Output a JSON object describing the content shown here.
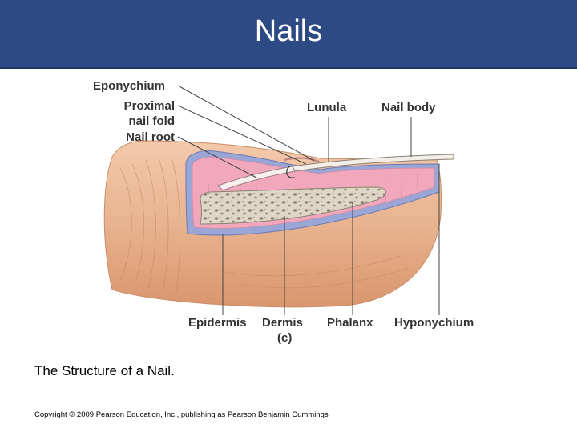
{
  "slide": {
    "title": "Nails",
    "caption": "The Structure of a Nail.",
    "copyright": "Copyright © 2009 Pearson Education, Inc., publishing as Pearson Benjamin Cummings"
  },
  "diagram": {
    "panel_label": "(c)",
    "labels": {
      "eponychium": "Eponychium",
      "proximal_nail_fold_line1": "Proximal",
      "proximal_nail_fold_line2": "nail fold",
      "nail_root": "Nail root",
      "lunula": "Lunula",
      "nail_body": "Nail body",
      "epidermis": "Epidermis",
      "dermis": "Dermis",
      "phalanx": "Phalanx",
      "hyponychium": "Hyponychium"
    }
  },
  "colors": {
    "header": "#2e4a85",
    "skin": "#e8b38f",
    "dermis": "#f2a8bc",
    "epidermis": "#9aa6d6",
    "bone": "#d9d2c3"
  }
}
